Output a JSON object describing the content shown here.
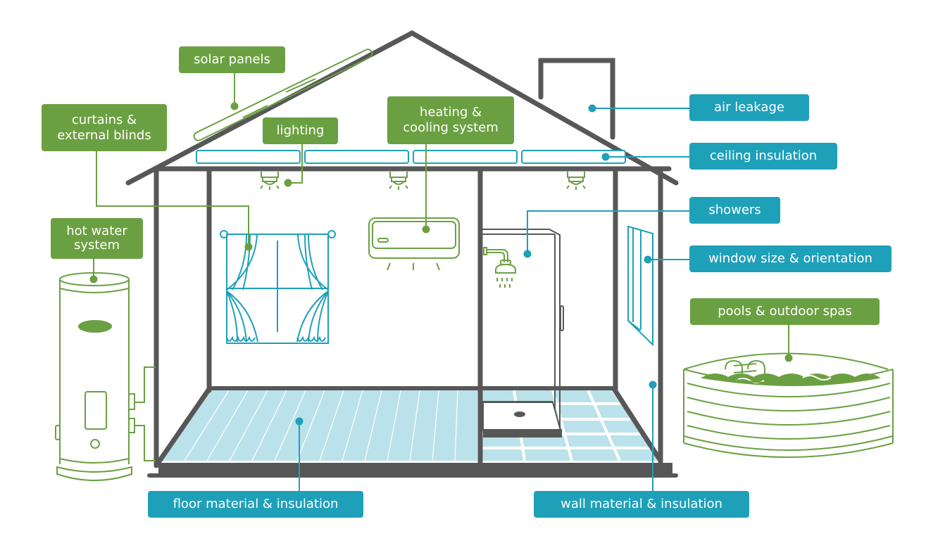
{
  "title": "Home energy efficiency factors",
  "colors": {
    "structure": "#575757",
    "green": "#6ba042",
    "teal": "#1fa0b9",
    "floor_fill": "#bbe2ea",
    "background": "#ffffff"
  },
  "labels": {
    "solar_panels": {
      "text": "solar panels",
      "category": "green"
    },
    "curtains": {
      "text": "curtains &\nexternal blinds",
      "category": "green"
    },
    "lighting": {
      "text": "lighting",
      "category": "green"
    },
    "heating_cooling": {
      "text": "heating &\ncooling system",
      "category": "green"
    },
    "hot_water": {
      "text": "hot water\nsystem",
      "category": "green"
    },
    "pools_spas": {
      "text": "pools & outdoor spas",
      "category": "green"
    },
    "air_leakage": {
      "text": "air leakage",
      "category": "teal"
    },
    "ceiling_insulation": {
      "text": "ceiling insulation",
      "category": "teal"
    },
    "showers": {
      "text": "showers",
      "category": "teal"
    },
    "window_size": {
      "text": "window size & orientation",
      "category": "teal"
    },
    "floor_material": {
      "text": "floor material & insulation",
      "category": "teal"
    },
    "wall_material": {
      "text": "wall material & insulation",
      "category": "teal"
    }
  }
}
